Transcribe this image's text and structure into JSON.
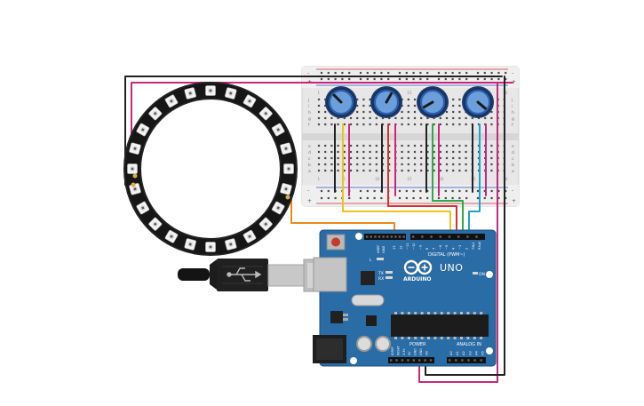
{
  "canvas": {
    "background": "#ffffff"
  },
  "arduino": {
    "logo_text": "ARDUINO",
    "model_text": "UNO",
    "digital_label": "DIGITAL (PWM~)",
    "power_label": "POWER",
    "analog_label": "ANALOG IN",
    "led_labels": [
      "L",
      "TX",
      "RX"
    ],
    "on_label": "ON",
    "aref_label": "AREF",
    "gnd_label": "GND",
    "digital_pins": [
      "13",
      "12",
      "~11",
      "~10",
      "~9",
      "8",
      "7",
      "~6",
      "~5",
      "4",
      "~3",
      "2",
      "TX▸1",
      "RX◂0"
    ],
    "power_pins": [
      "IOREF",
      "RESET",
      "3.3V",
      "5V",
      "GND",
      "GND",
      "Vin"
    ],
    "analog_pins": [
      "A0",
      "A1",
      "A2",
      "A3",
      "A4",
      "A5"
    ],
    "board_color": "#2a6ca6"
  },
  "breadboard": {
    "rail_signs_top": [
      "-",
      "+"
    ],
    "rail_signs_bottom": [
      "-",
      "+"
    ],
    "row_letters_top": [
      "j",
      "i",
      "h",
      "g",
      "f"
    ],
    "row_letters_bottom": [
      "e",
      "d",
      "c",
      "b",
      "a"
    ],
    "column_numbers": [
      "1",
      "5",
      "10",
      "15",
      "20",
      "25",
      "30"
    ]
  },
  "components": {
    "led_ring_count": 24,
    "potentiometer_count": 4
  },
  "wire_colors": {
    "power": "#c8287a",
    "ground": "#222222",
    "data": "#ee8a1c",
    "pot1": "#f2c21a",
    "pot2": "#d93030",
    "pot3": "#2fa84a",
    "pot4": "#1aa3c8"
  }
}
